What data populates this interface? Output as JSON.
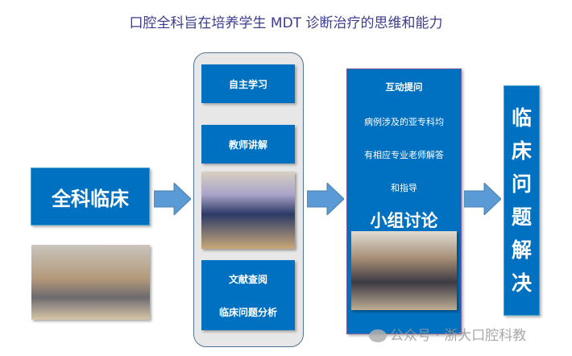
{
  "title": "口腔全科旨在培养学生 MDT 诊断治疗的思维和能力",
  "left": {
    "label": "全科临床",
    "photo": "dental-clinic-photo"
  },
  "middle": {
    "items": [
      "自主学习",
      "教师讲解",
      "文献查阅",
      "临床问题分析"
    ],
    "photo": "lecture-photo"
  },
  "discussion": {
    "lines": [
      "互动提问",
      "病例涉及的亚专科均",
      "有相应专业老师解答",
      "和指导"
    ],
    "heading": "小组讨论",
    "photo": "group-discussion-photo"
  },
  "result": {
    "chars": [
      "临",
      "床",
      "问",
      "题",
      "解",
      "决"
    ]
  },
  "watermark": "公众号 · 浙大口腔科教",
  "colors": {
    "box": "#0070c0",
    "arrow": "#5b9bd5",
    "title": "#3a3c8c"
  }
}
